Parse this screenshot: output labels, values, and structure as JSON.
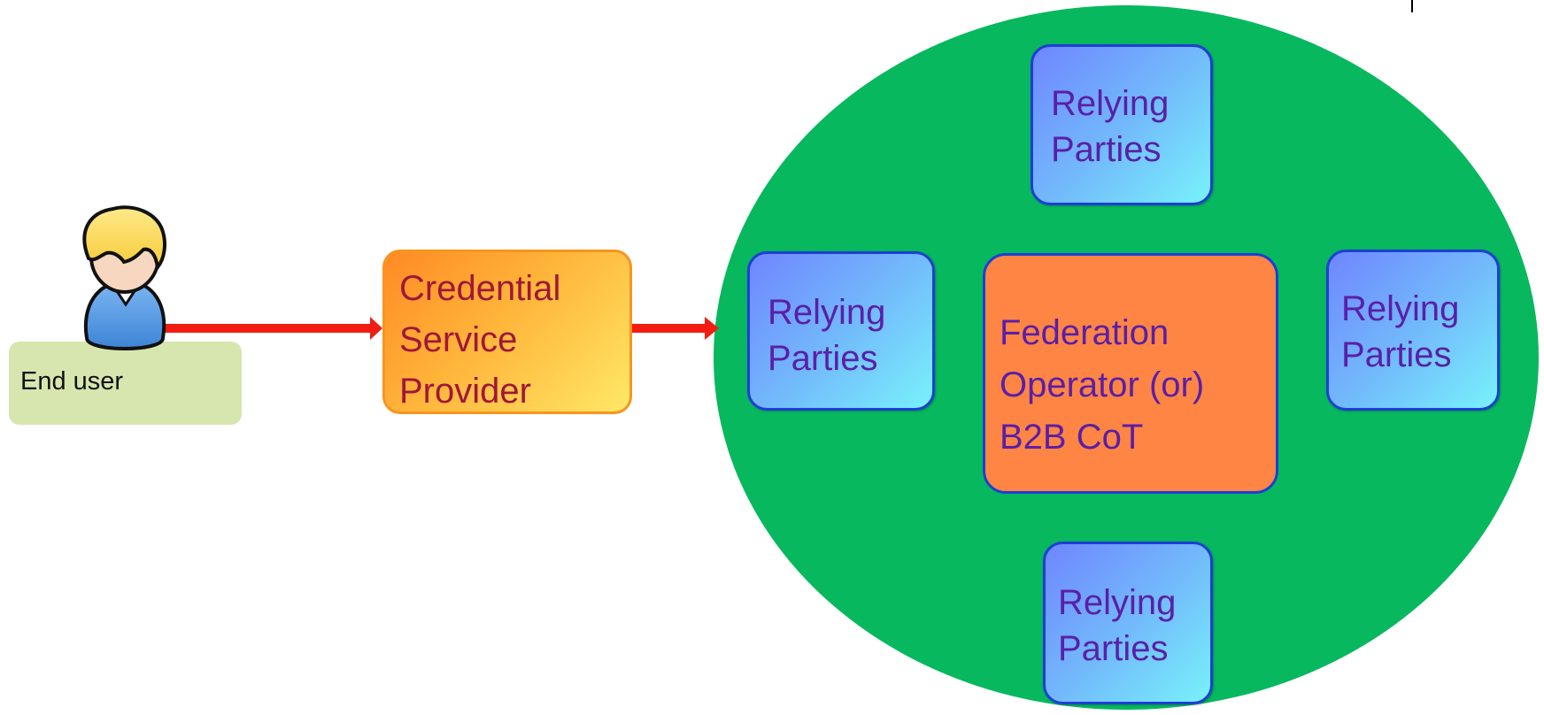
{
  "end_user": {
    "label": "End user"
  },
  "credential_service_provider": {
    "lines": [
      "Credential",
      "Service",
      "Provider"
    ]
  },
  "federation_operator": {
    "lines": [
      "Federation",
      "Operator (or)",
      "B2B CoT"
    ]
  },
  "relying_parties_top": {
    "lines": [
      "Relying",
      "Parties"
    ]
  },
  "relying_parties_left": {
    "lines": [
      "Relying",
      "Parties"
    ]
  },
  "relying_parties_right": {
    "lines": [
      "Relying",
      "Parties"
    ]
  },
  "relying_parties_bottom": {
    "lines": [
      "Relying",
      "Parties"
    ]
  },
  "colors": {
    "federation_circle": "#07b85e",
    "arrow": "#f21d12",
    "relying_party_border": "#1d3fd6",
    "relying_party_text": "#5a1fa8",
    "federation_operator_fill": "#fe8544",
    "csp_text": "#a0173a",
    "end_user_box": "#d6e6ae"
  },
  "icons": {
    "end_user": "person-icon"
  }
}
